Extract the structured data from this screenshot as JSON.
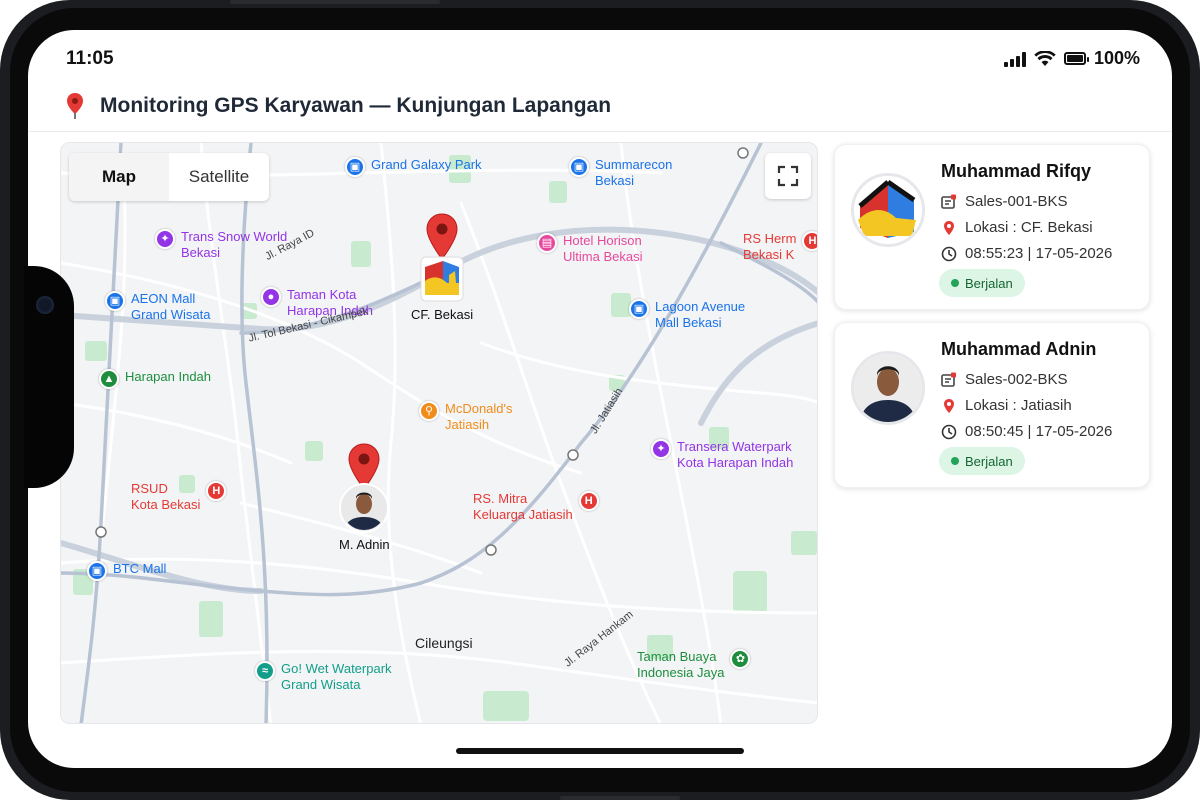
{
  "status_bar": {
    "time": "11:05",
    "battery": "100%",
    "battery_level": 1.0
  },
  "header": {
    "title": "Monitoring GPS Karyawan — Kunjungan Lapangan"
  },
  "map": {
    "toggle": {
      "map_label": "Map",
      "satellite_label": "Satellite",
      "active": "Map"
    },
    "pois": [
      {
        "label": "Grand Galaxy Park",
        "icon": "shopping-bag-icon",
        "color": "#1a73e8"
      },
      {
        "label": "Summarecon\nBekasi",
        "icon": "shopping-bag-icon",
        "color": "#1a73e8"
      },
      {
        "label": "Trans Snow World\nBekasi",
        "icon": "attraction-icon",
        "color": "#9334e6"
      },
      {
        "label": "Hotel Horison\nUltima Bekasi",
        "icon": "hotel-icon",
        "color": "#e8489c"
      },
      {
        "label": "RS Herm\nBekasi K",
        "icon": "hospital-icon",
        "color": "#e53935"
      },
      {
        "label": "AEON Mall\nGrand Wisata",
        "icon": "shopping-bag-icon",
        "color": "#1a73e8"
      },
      {
        "label": "Taman Kota\nHarapan Indah",
        "icon": "park-icon",
        "color": "#9334e6"
      },
      {
        "label": "Lagoon Avenue\nMall Bekasi",
        "icon": "shopping-bag-icon",
        "color": "#1a73e8"
      },
      {
        "label": "Harapan Indah",
        "icon": "tree-icon",
        "color": "#1e8e3e"
      },
      {
        "label": "McDonald's\nJatiasih",
        "icon": "restaurant-icon",
        "color": "#f08c1a"
      },
      {
        "label": "Transera Waterpark\nKota Harapan Indah",
        "icon": "attraction-icon",
        "color": "#9334e6"
      },
      {
        "label": "RSUD\nKota Bekasi",
        "icon": "hospital-icon",
        "color": "#e53935"
      },
      {
        "label": "RS. Mitra\nKeluarga Jatiasih",
        "icon": "hospital-icon",
        "color": "#e53935"
      },
      {
        "label": "BTC Mall",
        "icon": "shopping-bag-icon",
        "color": "#1a73e8"
      },
      {
        "label": "Go! Wet Waterpark\nGrand Wisata",
        "icon": "waterpark-icon",
        "color": "#129e8a"
      },
      {
        "label": "Taman Buaya\nIndonesia Jaya",
        "icon": "paw-icon",
        "color": "#1e8e3e"
      }
    ],
    "roads": [
      {
        "label": "Jl. Raya ID"
      },
      {
        "label": "Jl. Tol Bekasi - Cikampek"
      },
      {
        "label": "Jl. Jatiasih"
      },
      {
        "label": "Jl. Raya Hankam"
      }
    ],
    "areas": [
      {
        "label": "Cileungsi"
      }
    ],
    "markers": [
      {
        "label": "CF. Bekasi"
      },
      {
        "label": "M. Adnin"
      }
    ]
  },
  "employees": [
    {
      "name": "Muhammad Rifqy",
      "id": "Sales-001-BKS",
      "location": "Lokasi : CF. Bekasi",
      "time": "08:55:23 | 17-05-2026",
      "status": "Berjalan"
    },
    {
      "name": "Muhammad Adnin",
      "id": "Sales-002-BKS",
      "location": "Lokasi : Jatiasih",
      "time": "08:50:45 | 17-05-2026",
      "status": "Berjalan"
    }
  ],
  "colors": {
    "accent_green": "#22a55a",
    "badge_bg": "#dcf5e4",
    "pin_red": "#e53935"
  }
}
